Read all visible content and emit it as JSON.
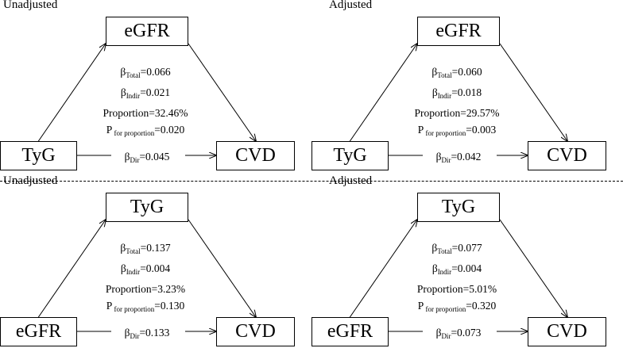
{
  "panels": [
    {
      "title": "Unadjusted",
      "top_node": "eGFR",
      "left_node": "TyG",
      "right_node": "CVD",
      "beta_total": "=0.066",
      "beta_indir": "=0.021",
      "proportion": "Proportion=32.46%",
      "p_value": "=0.020",
      "beta_dir": "=0.045"
    },
    {
      "title": "Adjusted",
      "top_node": "eGFR",
      "left_node": "TyG",
      "right_node": "CVD",
      "beta_total": "=0.060",
      "beta_indir": "=0.018",
      "proportion": "Proportion=29.57%",
      "p_value": "=0.003",
      "beta_dir": "=0.042"
    },
    {
      "title": "Unadjusted",
      "top_node": "TyG",
      "left_node": "eGFR",
      "right_node": "CVD",
      "beta_total": "=0.137",
      "beta_indir": "=0.004",
      "proportion": "Proportion=3.23%",
      "p_value": "=0.130",
      "beta_dir": "=0.133"
    },
    {
      "title": "Adjusted",
      "top_node": "TyG",
      "left_node": "eGFR",
      "right_node": "CVD",
      "beta_total": "=0.077",
      "beta_indir": "=0.004",
      "proportion": "Proportion=5.01%",
      "p_value": "=0.320",
      "beta_dir": "=0.073"
    }
  ],
  "labels": {
    "beta": "β",
    "total_sub": "Total",
    "indir_sub": "Indir",
    "dir_sub": "Dir",
    "p": "P",
    "p_sub": " for proportion"
  }
}
